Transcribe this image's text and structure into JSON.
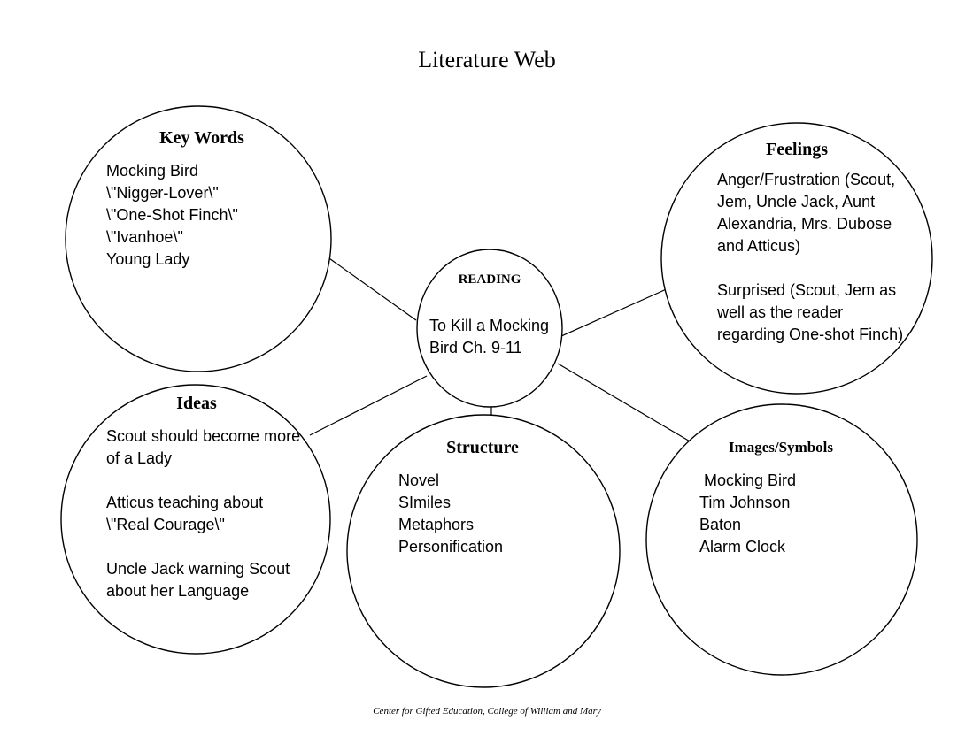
{
  "title": "Literature Web",
  "footer": "Center for Gifted Education, College of William and Mary",
  "center": {
    "heading": "READING",
    "lines": [
      "To Kill a Mocking",
      "Bird Ch. 9-11"
    ]
  },
  "key_words": {
    "heading": "Key Words",
    "lines": [
      "Mocking Bird",
      "\\\"Nigger-Lover\\\"",
      "\\\"One-Shot Finch\\\"",
      "\\\"Ivanhoe\\\"",
      "Young Lady"
    ]
  },
  "feelings": {
    "heading": "Feelings",
    "lines": [
      "Anger/Frustration (Scout,",
      "Jem, Uncle Jack, Aunt",
      "Alexandria, Mrs. Dubose",
      "and Atticus)",
      "",
      "Surprised (Scout, Jem as",
      "well as the reader",
      "regarding One-shot Finch)"
    ]
  },
  "ideas": {
    "heading": "Ideas",
    "lines": [
      "Scout should become more",
      "of a Lady",
      "",
      "Atticus teaching about",
      "\\\"Real Courage\\\"",
      "",
      "Uncle Jack warning Scout",
      "about her Language"
    ]
  },
  "structure": {
    "heading": "Structure",
    "lines": [
      "Novel",
      "SImiles",
      "Metaphors",
      "Personification"
    ]
  },
  "images_symbols": {
    "heading": "Images/Symbols",
    "lines": [
      " Mocking Bird",
      "Tim Johnson",
      "Baton",
      "Alarm Clock"
    ]
  }
}
